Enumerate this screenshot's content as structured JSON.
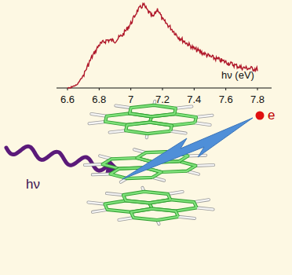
{
  "diagram": {
    "labels": [
      "hν (eV)",
      "6.6",
      "6.8",
      "7",
      "7.2",
      "7.4",
      "7.6",
      "7.8",
      "hν",
      "e"
    ]
  }
}
